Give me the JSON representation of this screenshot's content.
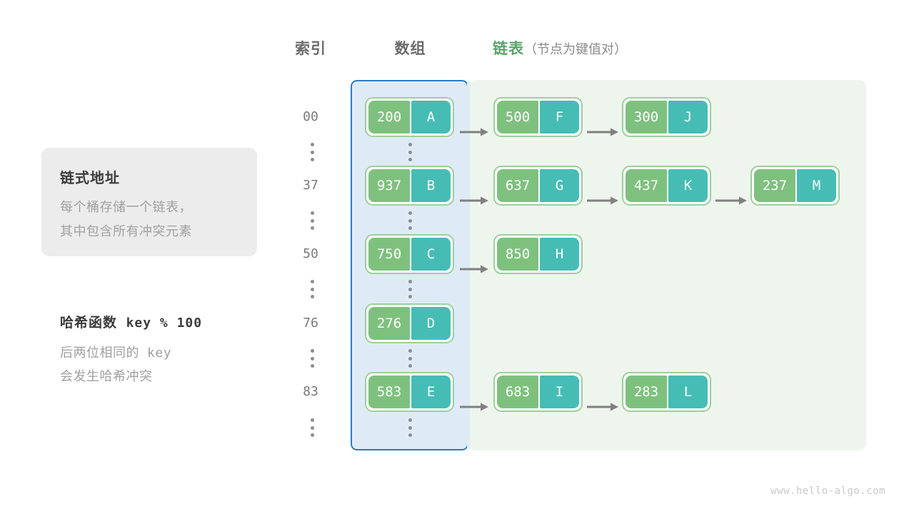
{
  "headers": {
    "index": "索引",
    "array": "数组",
    "list_strong": "链表",
    "list_paren": "（节点为键值对）"
  },
  "info_card": {
    "title": "链式地址",
    "line1": "每个桶存储一个链表，",
    "line2": "其中包含所有冲突元素"
  },
  "hash_note": {
    "title_label": "哈希函数",
    "title_expr": "key % 100",
    "line1_a": "后两位相同的",
    "line1_b": "key",
    "line2": "会发生哈希冲突"
  },
  "colors": {
    "array_panel_bg": "#deebf7",
    "array_panel_border": "#2b7cc4",
    "list_panel_bg": "#eef5ed",
    "node_border": "#9ccf9c",
    "node_key_bg": "#7ec17e",
    "node_val_bg": "#45bdb5",
    "arrow": "#808080",
    "accent_green": "#5aa469",
    "muted_text": "#a0a0a0"
  },
  "rows": [
    {
      "index": "00",
      "bucket": {
        "key": "200",
        "value": "A"
      },
      "chain": [
        {
          "key": "500",
          "value": "F"
        },
        {
          "key": "300",
          "value": "J"
        }
      ]
    },
    {
      "index": "37",
      "bucket": {
        "key": "937",
        "value": "B"
      },
      "chain": [
        {
          "key": "637",
          "value": "G"
        },
        {
          "key": "437",
          "value": "K"
        },
        {
          "key": "237",
          "value": "M"
        }
      ]
    },
    {
      "index": "50",
      "bucket": {
        "key": "750",
        "value": "C"
      },
      "chain": [
        {
          "key": "850",
          "value": "H"
        }
      ]
    },
    {
      "index": "76",
      "bucket": {
        "key": "276",
        "value": "D"
      },
      "chain": []
    },
    {
      "index": "83",
      "bucket": {
        "key": "583",
        "value": "E"
      },
      "chain": [
        {
          "key": "683",
          "value": "I"
        },
        {
          "key": "283",
          "value": "L"
        }
      ]
    }
  ],
  "watermark": "www.hello-algo.com"
}
